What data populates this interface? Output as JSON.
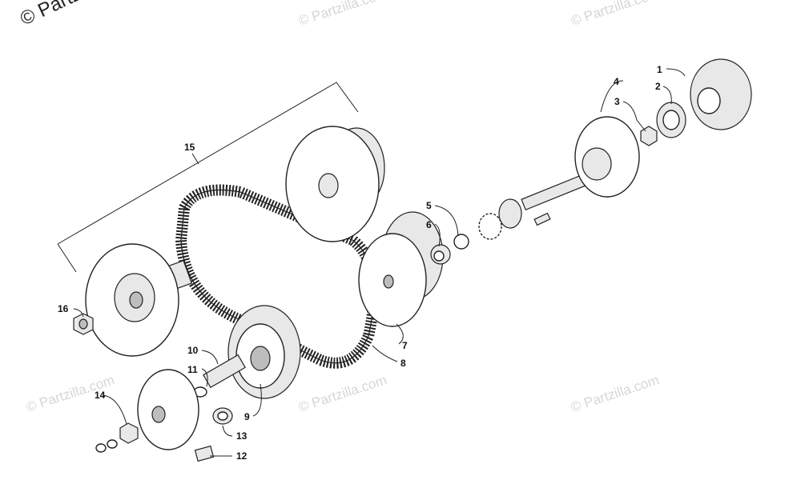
{
  "watermarks": {
    "corner": "© Partz",
    "brand": "© Partzilla.com"
  },
  "callouts": [
    {
      "id": "1",
      "label": "1"
    },
    {
      "id": "2",
      "label": "2"
    },
    {
      "id": "3",
      "label": "3"
    },
    {
      "id": "4",
      "label": "4"
    },
    {
      "id": "5",
      "label": "5"
    },
    {
      "id": "6",
      "label": "6"
    },
    {
      "id": "7",
      "label": "7"
    },
    {
      "id": "8",
      "label": "8"
    },
    {
      "id": "9",
      "label": "9"
    },
    {
      "id": "10",
      "label": "10"
    },
    {
      "id": "11",
      "label": "11"
    },
    {
      "id": "12",
      "label": "12"
    },
    {
      "id": "13",
      "label": "13"
    },
    {
      "id": "14",
      "label": "14"
    },
    {
      "id": "15",
      "label": "15"
    },
    {
      "id": "16",
      "label": "16"
    }
  ]
}
